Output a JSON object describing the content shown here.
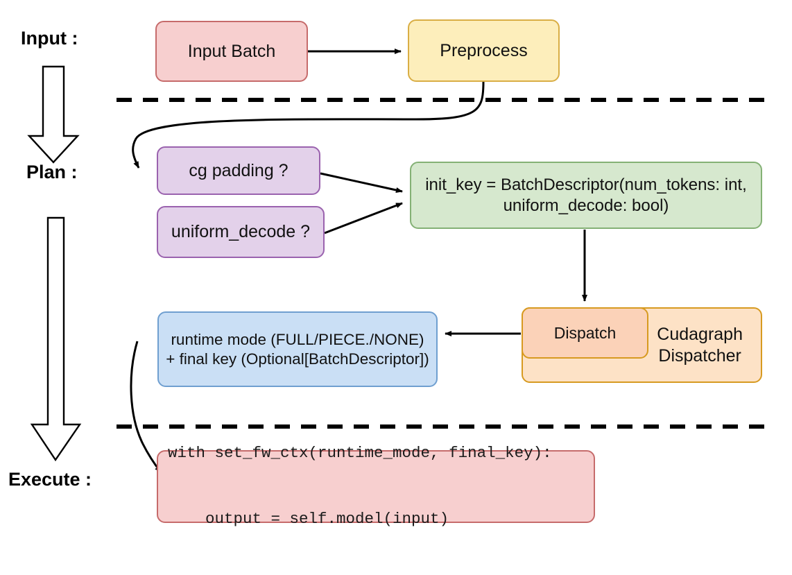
{
  "diagram": {
    "title": "vLLM cudagraph dispatch pipeline",
    "stage_labels": [
      {
        "id": "input",
        "text": "Input :"
      },
      {
        "id": "plan",
        "text": "Plan :"
      },
      {
        "id": "execute",
        "text": "Execute :"
      }
    ],
    "nodes": {
      "input_batch": {
        "label": "Input Batch",
        "fill": "#f7cfcf",
        "stroke": "#c66b6b"
      },
      "preprocess": {
        "label": "Preprocess",
        "fill": "#fdeebb",
        "stroke": "#d9ae45"
      },
      "cg_padding": {
        "label": "cg padding ?",
        "fill": "#e3d1ea",
        "stroke": "#9a62ae"
      },
      "uniform_decode": {
        "label": "uniform_decode ?",
        "fill": "#e3d1ea",
        "stroke": "#9a62ae"
      },
      "init_key": {
        "line1": "init_key = BatchDescriptor(num_tokens: int,",
        "line2": "uniform_decode: bool)",
        "fill": "#d6e8ce",
        "stroke": "#84b175"
      },
      "dispatch": {
        "label": "Dispatch",
        "fill": "#fbd2b8",
        "stroke": "#d79a20"
      },
      "cudagraph_dispatcher": {
        "line1": "Cudagraph",
        "line2": "Dispatcher",
        "fill": "#fde2c6",
        "stroke": "#d79a20"
      },
      "runtime_mode": {
        "line1": "runtime mode (FULL/PIECE./NONE)",
        "line2": "+ final key (Optional[BatchDescriptor])",
        "fill": "#cadff5",
        "stroke": "#6f9fd0"
      },
      "exec_code": {
        "line1": "with set_fw_ctx(runtime_mode, final_key):",
        "line2": "    output = self.model(input)",
        "fill": "#f7cfcf",
        "stroke": "#c66b6b"
      }
    },
    "separators": [
      {
        "id": "input-plan-divider",
        "style": "dashed"
      },
      {
        "id": "plan-execute-divider",
        "style": "dashed"
      }
    ],
    "flow_arrow": {
      "id": "stage-flow-arrow",
      "direction": "down",
      "fill": "#ffffff",
      "stroke": "#000000"
    }
  }
}
